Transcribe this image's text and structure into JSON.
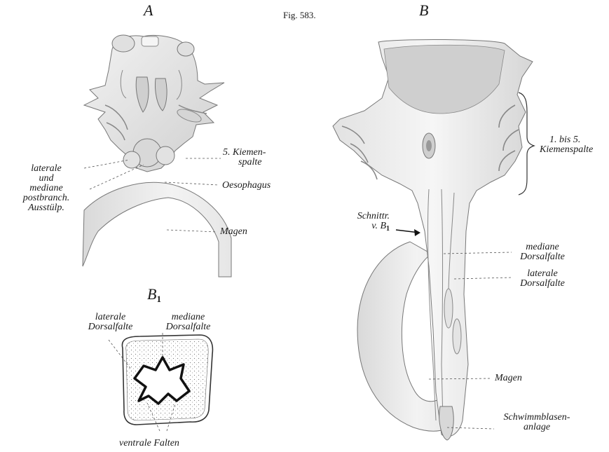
{
  "figure": {
    "title": "Fig. 583.",
    "panel_a": "A",
    "panel_b": "B",
    "panel_b1_main": "B",
    "panel_b1_sub": "1"
  },
  "labels_a": {
    "kiemenspalte_1": "5. Kiemen-",
    "kiemenspalte_2": "spalte",
    "oesophagus": "Oesophagus",
    "magen": "Magen",
    "ausst_1": "laterale",
    "ausst_2": "und",
    "ausst_3": "mediane",
    "ausst_4": "postbranch.",
    "ausst_5": "Ausstülp."
  },
  "labels_b": {
    "kiemen_1": "1. bis 5.",
    "kiemen_2": "Kiemenspalte",
    "schnitt_1": "Schnittr.",
    "schnitt_2": "v. B",
    "schnitt_sub": "1",
    "med_dorsal_1": "mediane",
    "med_dorsal_2": "Dorsalfalte",
    "lat_dorsal_1": "laterale",
    "lat_dorsal_2": "Dorsalfalte",
    "magen": "Magen",
    "schwimm_1": "Schwimmblasen-",
    "schwimm_2": "anlage"
  },
  "labels_b1": {
    "lat_1": "laterale",
    "lat_2": "Dorsalfalte",
    "med_1": "mediane",
    "med_2": "Dorsalfalte",
    "ventral": "ventrale Falten"
  }
}
